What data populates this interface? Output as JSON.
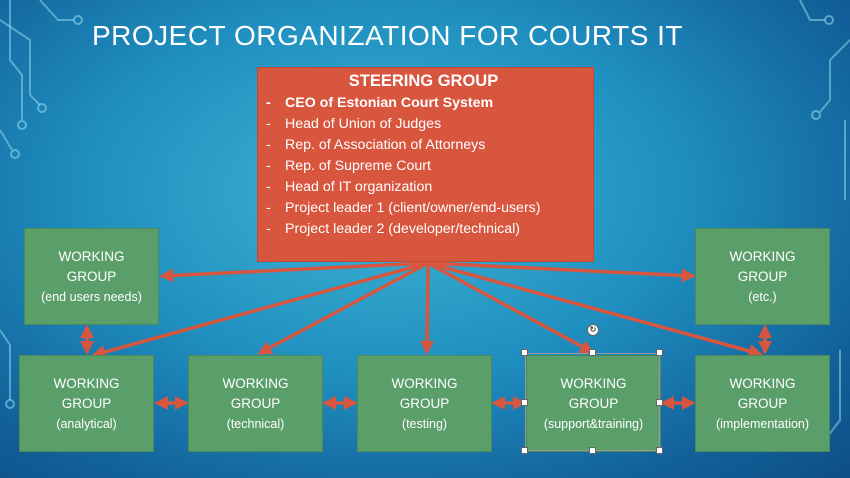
{
  "slide": {
    "title": "PROJECT ORGANIZATION FOR COURTS IT"
  },
  "steering_group": {
    "title": "STEERING GROUP",
    "members": [
      "CEO of Estonian Court System",
      "Head of Union of Judges",
      "Rep. of Association of Attorneys",
      "Rep. of Supreme Court",
      "Head of IT organization",
      "Project leader 1 (client/owner/end-users)",
      "Project leader 2 (developer/technical)"
    ]
  },
  "working_groups": {
    "end_users": {
      "line1": "WORKING",
      "line2": "GROUP",
      "sub": "(end users needs)"
    },
    "etc": {
      "line1": "WORKING",
      "line2": "GROUP",
      "sub": "(etc.)"
    },
    "analytical": {
      "line1": "WORKING",
      "line2": "GROUP",
      "sub": "(analytical)"
    },
    "technical": {
      "line1": "WORKING",
      "line2": "GROUP",
      "sub": "(technical)"
    },
    "testing": {
      "line1": "WORKING",
      "line2": "GROUP",
      "sub": "(testing)"
    },
    "support": {
      "line1": "WORKING",
      "line2": "GROUP",
      "sub": "(support&training)"
    },
    "implementation": {
      "line1": "WORKING",
      "line2": "GROUP",
      "sub": "(implementation)"
    }
  },
  "colors": {
    "steering_fill": "#d8553e",
    "working_group_fill": "#5a9e6a",
    "arrow": "#d8553e",
    "background": "#1f8fbf"
  },
  "icons": {
    "rotate_handle": "rotate-handle-icon"
  }
}
